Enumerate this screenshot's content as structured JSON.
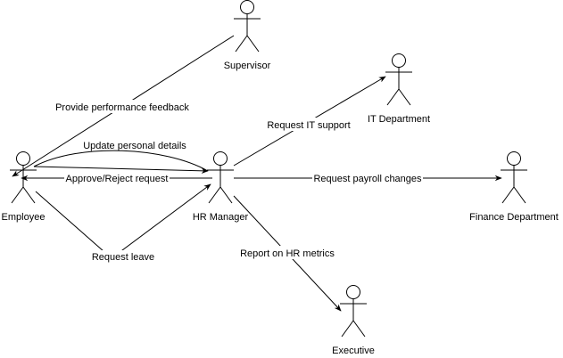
{
  "actors": {
    "employee": {
      "label": "Employee"
    },
    "supervisor": {
      "label": "Supervisor"
    },
    "hr_manager": {
      "label": "HR Manager"
    },
    "it_department": {
      "label": "IT Department"
    },
    "finance_department": {
      "label": "Finance Department"
    },
    "executive": {
      "label": "Executive"
    }
  },
  "edges": {
    "provide_feedback": {
      "label": "Provide performance feedback"
    },
    "update_details": {
      "label": "Update personal details"
    },
    "approve_reject": {
      "label": "Approve/Reject request"
    },
    "request_leave": {
      "label": "Request leave"
    },
    "request_it": {
      "label": "Request IT support"
    },
    "request_payroll": {
      "label": "Request payroll changes"
    },
    "report_metrics": {
      "label": "Report on HR metrics"
    }
  }
}
